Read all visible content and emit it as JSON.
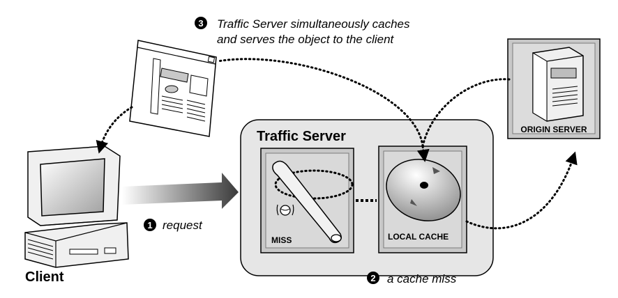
{
  "steps": {
    "s1": {
      "number": "1",
      "text": "request"
    },
    "s2": {
      "number": "2",
      "text": "a cache miss"
    },
    "s3": {
      "number": "3",
      "line1": "Traffic Server simultaneously caches",
      "line2": "and serves the object to the client"
    }
  },
  "nodes": {
    "client": "Client",
    "traffic_server": "Traffic Server",
    "miss_panel": "MISS",
    "local_cache": "LOCAL CACHE",
    "origin_server": "ORIGIN SERVER"
  },
  "icons": {
    "client": "desktop-computer-icon",
    "document": "web-page-document-icon",
    "miss": "baseball-bat-miss-icon",
    "cache": "cache-disk-icon",
    "origin": "server-tower-icon"
  },
  "colors": {
    "panel_gray": "#dcdcdc",
    "outer_gray": "#e6e6e6",
    "text": "#000000"
  }
}
